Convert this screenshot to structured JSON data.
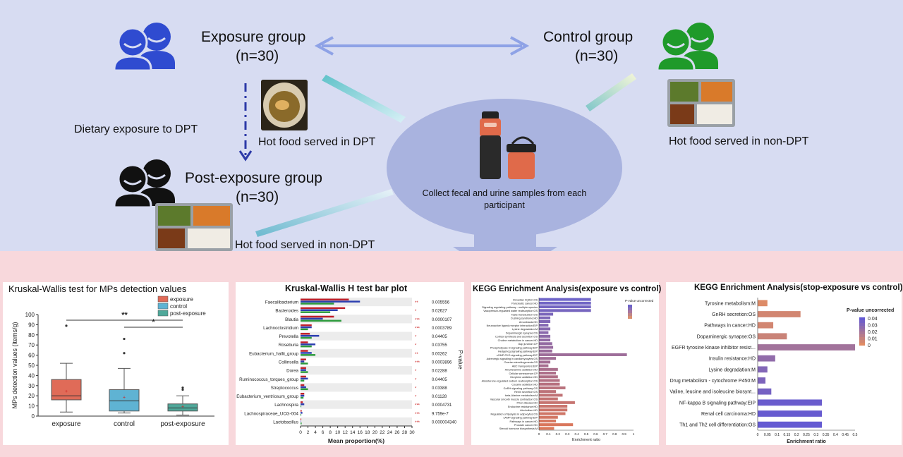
{
  "diagram": {
    "exposure_group": {
      "title": "Exposure group",
      "n": "(n=30)"
    },
    "control_group": {
      "title": "Control group",
      "n": "(n=30)"
    },
    "post_group": {
      "title": "Post-exposure group",
      "n": "(n=30)"
    },
    "dietary_label": "Dietary exposure to DPT",
    "hot_dpt": "Hot food served in DPT",
    "hot_non_dpt_right": "Hot food served in non-DPT",
    "hot_non_dpt_bottom": "Hot food served in non-DPT",
    "collect_label": "Collect fecal and urine samples from each participant",
    "colors": {
      "top_bg": "#d7dcf2",
      "bottom_bg": "#f8d8dc",
      "ellipse": "#a9b3df",
      "blue_person": "#2f4bd0",
      "green_person": "#1f9a2a"
    }
  },
  "panels": {
    "p1": {
      "title": "Kruskal-Wallis test for MPs detection values",
      "ylabel": "MPs detection values (items/g)",
      "legend": [
        "exposure",
        "control",
        "post-exposure"
      ],
      "sig": [
        "**",
        "*"
      ]
    },
    "p2": {
      "title": "Kruskal-Wallis H test bar plot",
      "xlabel": "Mean proportion(%)",
      "pvalue_label": "P-value"
    },
    "p3": {
      "title": "KEGG  Enrichment Analysis(exposure vs control)",
      "xlabel": "Enrichment ratio",
      "legend_title": "P-value uncorrected"
    },
    "p4": {
      "title": "KEGG Enrichment Analysis(stop-exposure vs control)",
      "xlabel": "Enrichment ratio",
      "legend_title": "P-value uncorrected",
      "legend_ticks": [
        "0.04",
        "0.03",
        "0.02",
        "0.01",
        "0"
      ]
    }
  },
  "chart_data": [
    {
      "type": "box",
      "title": "Kruskal-Wallis test for MPs detection values",
      "ylabel": "MPs detection values (items/g)",
      "ylim": [
        0,
        100
      ],
      "yticks": [
        "0",
        "10",
        "20",
        "30",
        "40",
        "50",
        "60",
        "70",
        "80",
        "90",
        "100"
      ],
      "categories": [
        "exposure",
        "control",
        "post-exposure"
      ],
      "boxes": [
        {
          "min": 4,
          "q1": 16,
          "median": 20,
          "q3": 36,
          "max": 52,
          "mean": 25,
          "outliers": [
            89
          ],
          "color": "#e06b58"
        },
        {
          "min": 3,
          "q1": 5,
          "median": 15,
          "q3": 26,
          "max": 47,
          "mean": 19,
          "outliers": [
            62,
            76
          ],
          "color": "#5fb3d3"
        },
        {
          "min": 1,
          "q1": 5,
          "median": 8,
          "q3": 12,
          "max": 20,
          "mean": 10,
          "outliers": [
            26,
            28
          ],
          "color": "#4fa89a"
        }
      ]
    },
    {
      "type": "bar",
      "title": "Kruskal-Wallis H test bar plot",
      "xlabel": "Mean proportion(%)",
      "xlim": [
        0,
        30
      ],
      "xticks": [
        "0",
        "2",
        "4",
        "6",
        "8",
        "10",
        "12",
        "14",
        "16",
        "18",
        "20",
        "22",
        "24",
        "26",
        "28",
        "30"
      ],
      "categories": [
        "Faecalibacterium",
        "Bacteroides",
        "Blautia",
        "Lachnoclostridium",
        "Prevotella",
        "Roseburia",
        "Eubacterium_hallii_group",
        "Collinsella",
        "Dorea",
        "Ruminococcus_torques_group",
        "Streptococcus",
        "Eubacterium_ventriosum_group",
        "Lachnospira",
        "Lachnospiraceae_UCG-004",
        "Lactobacillus"
      ],
      "series": [
        {
          "name": "exposure",
          "color": "#c0202a",
          "values": [
            13,
            12,
            9,
            3,
            2.5,
            2,
            2,
            1.5,
            1.5,
            1.5,
            1,
            1,
            0.6,
            0.3,
            0.2
          ]
        },
        {
          "name": "control",
          "color": "#2c3fb0",
          "values": [
            16,
            10,
            6,
            3,
            5,
            4,
            3,
            1,
            1.5,
            2,
            1.5,
            1,
            1,
            0.5,
            0.1
          ]
        },
        {
          "name": "post-exposure",
          "color": "#2c9a3c",
          "values": [
            9,
            8,
            11,
            2,
            3,
            3,
            4,
            2,
            2,
            1,
            2,
            0.8,
            0.2,
            0.2,
            0.3
          ]
        }
      ],
      "pvalues": [
        "0.005556",
        "0.02627",
        "0.0000107",
        "0.0003789",
        "0.04405",
        "0.03755",
        "0.00262",
        "0.0003896",
        "0.02288",
        "0.04405",
        "0.03388",
        "0.01128",
        "0.0004731",
        "9.759e-7",
        "0.000004340"
      ],
      "stars": [
        "**",
        "*",
        "***",
        "***",
        "*",
        "*",
        "**",
        "***",
        "*",
        "*",
        "*",
        "*",
        "***",
        "***",
        "***"
      ]
    },
    {
      "type": "bar",
      "title": "KEGG  Enrichment Analysis(exposure vs control)",
      "xlabel": "Enrichment ratio",
      "xlim": [
        0,
        1
      ],
      "xticks": [
        "0",
        "0.1",
        "0.2",
        "0.3",
        "0.4",
        "0.5",
        "0.6",
        "0.7",
        "0.8",
        "0.9",
        "1"
      ],
      "categories": [
        "Circadian rhythm:OS",
        "Pancreatic cancer:HD",
        "Signaling regulating pathway - multiple species",
        "Vasopressin-regulated water reabsorption:OS",
        "Taste transduction:OS",
        "Cushing syndrome:HD",
        "Amoebiasis:HD",
        "Neuroactive ligand-receptor interaction:EIP",
        "Lysine degradation:M",
        "Dopaminergic synapse:OS",
        "Cortisol synthesis and secretion:OS",
        "Choline metabolism in cancer:HD",
        "Gap junction:CP",
        "Phospholipase D signaling pathway:EIP",
        "Hedgehog signaling pathway:EIP",
        "cGMP-PKG signaling pathway:EIP",
        "Adrenergic signaling in cardiomyocytes:OS",
        "Ovarian steroidogenesis:OS",
        "ABC transporters:EIP",
        "Amphetamine addiction:HD",
        "Cellular senescence:CP",
        "Morphine addiction:HD",
        "Aldosterone-regulated sodium reabsorption:OS",
        "Cocaine addiction:HD",
        "GnRH signaling pathway:OS",
        "Renin secretion:OS",
        "beta-Alanine metabolism:M",
        "Vascular smooth muscle contraction:OS",
        "Prion disease:HD",
        "Endocrine resistance:HD",
        "Alcoholism:HD",
        "Regulation of lipolysis in adipocytes:OS",
        "cAMP signaling pathway:EIP",
        "Pathways in cancer:HD",
        "Prostate cancer:HD",
        "Steroid hormone biosynthesis:M"
      ],
      "values": [
        0.55,
        0.55,
        0.55,
        0.55,
        0.15,
        0.12,
        0.12,
        0.1,
        0.12,
        0.1,
        0.12,
        0.12,
        0.14,
        0.15,
        0.14,
        0.93,
        0.18,
        0.12,
        0.1,
        0.2,
        0.18,
        0.2,
        0.22,
        0.22,
        0.28,
        0.18,
        0.25,
        0.2,
        0.38,
        0.3,
        0.3,
        0.28,
        0.2,
        0.18,
        0.36,
        0.16
      ],
      "legend_title": "P-value uncorrected"
    },
    {
      "type": "bar",
      "title": "KEGG Enrichment Analysis(stop-exposure vs control)",
      "xlabel": "Enrichment ratio",
      "xlim": [
        0,
        0.5
      ],
      "xticks": [
        "0",
        "0.05",
        "0.1",
        "0.15",
        "0.2",
        "0.25",
        "0.3",
        "0.35",
        "0.4",
        "0.45",
        "0.5"
      ],
      "categories": [
        "Tyrosine metabolism:M",
        "GnRH secretion:OS",
        "Pathways in cancer:HD",
        "Dopaminergic synapse:OS",
        "EGFR tyrosine kinase inhibitor resist...",
        "Insulin resistance:HD",
        "Lysine degradation:M",
        "Drug metabolism - cytochrome P450:M",
        "Valine, leucine and isoleucine biosynt...",
        "NF-kappa B signaling pathway:EIP",
        "Renal cell carcinoma:HD",
        "Th1 and Th2 cell differentiation:OS"
      ],
      "values": [
        0.05,
        0.22,
        0.08,
        0.15,
        0.5,
        0.09,
        0.05,
        0.04,
        0.07,
        0.33,
        0.33,
        0.33
      ],
      "pvalues": [
        0.001,
        0.005,
        0.005,
        0.008,
        0.022,
        0.028,
        0.033,
        0.035,
        0.038,
        0.042,
        0.043,
        0.044
      ],
      "legend_title": "P-value uncorrected"
    }
  ]
}
